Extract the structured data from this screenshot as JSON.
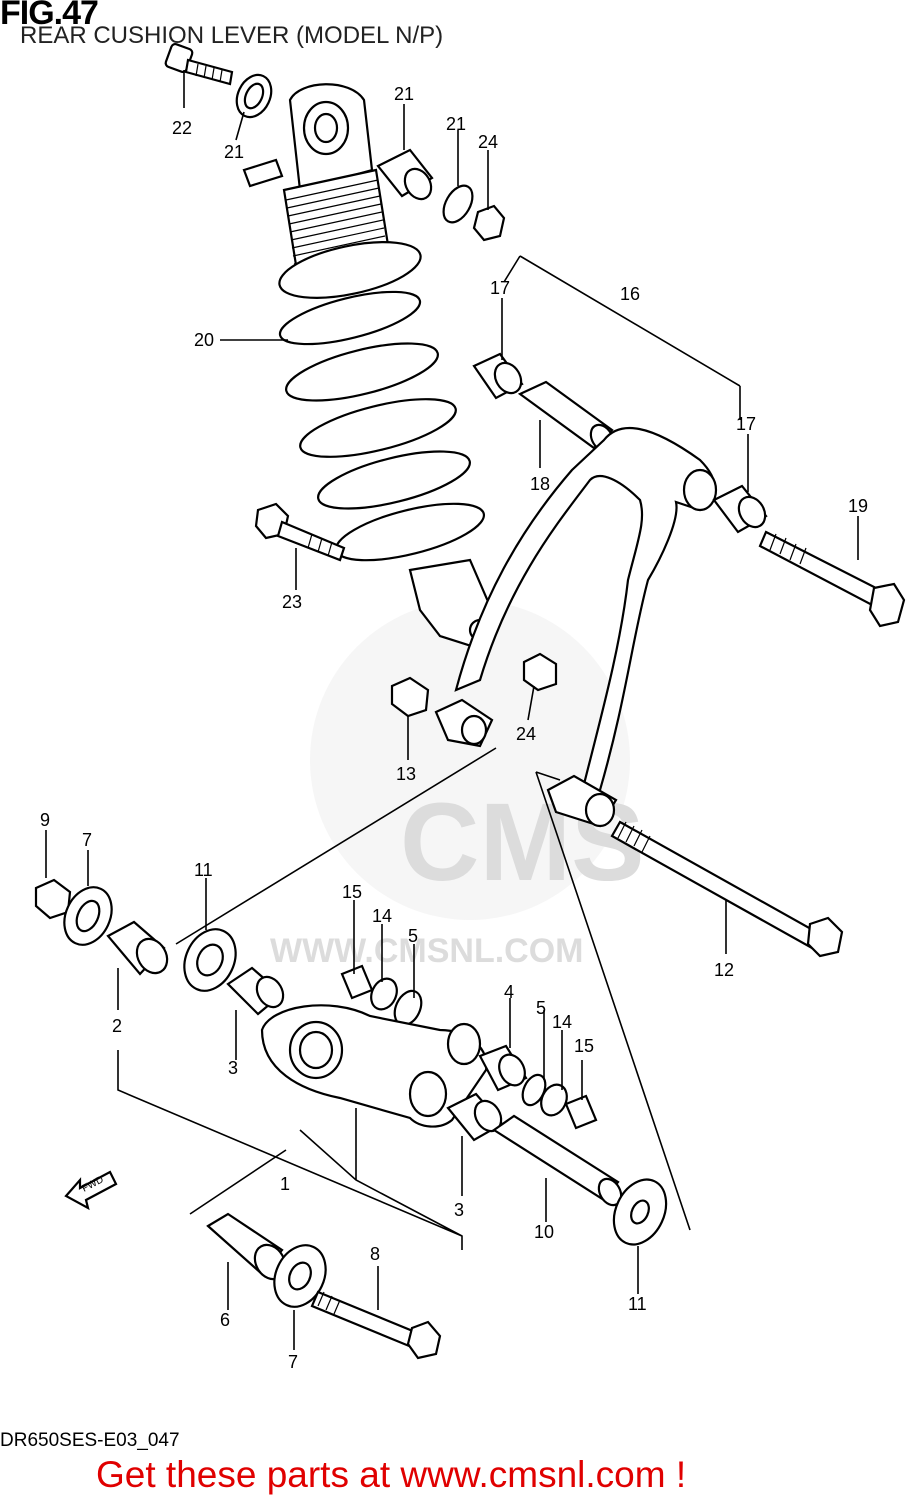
{
  "header": {
    "figure_label": "FIG.47",
    "subtitle": "REAR CUSHION LEVER (MODEL N/P)"
  },
  "watermark": {
    "brand": "CMS",
    "url": "WWW.CMSNL.COM"
  },
  "direction_label": "FWD",
  "callouts": {
    "c22": "22",
    "c21a": "21",
    "c21b": "21",
    "c21c": "21",
    "c24a": "24",
    "c17a": "17",
    "c16": "16",
    "c17b": "17",
    "c20": "20",
    "c18": "18",
    "c19": "19",
    "c23": "23",
    "c24b": "24",
    "c13": "13",
    "c9": "9",
    "c7a": "7",
    "c11a": "11",
    "c15a": "15",
    "c14a": "14",
    "c5a": "5",
    "c12": "12",
    "c2": "2",
    "c4": "4",
    "c5b": "5",
    "c14b": "14",
    "c15b": "15",
    "c3a": "3",
    "c1": "1",
    "c3b": "3",
    "c10": "10",
    "c8": "8",
    "c6": "6",
    "c11b": "11",
    "c7b": "7"
  },
  "footer": {
    "drawing_code": "DR650SES-E03_047",
    "promo_text": "Get these parts at www.cmsnl.com !"
  }
}
